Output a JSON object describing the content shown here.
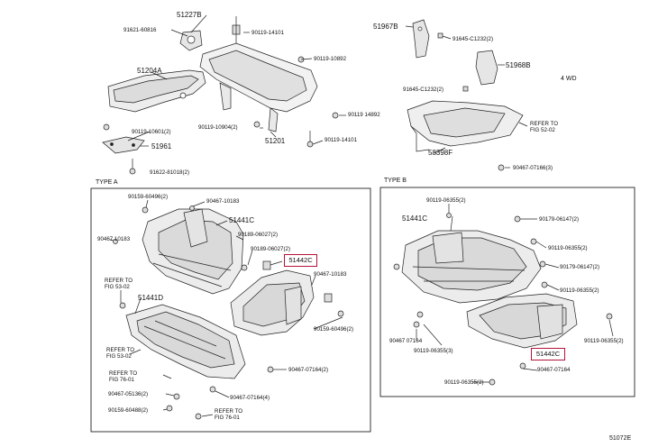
{
  "section_titles": {
    "type_a": "TYPE A",
    "type_b": "TYPE B"
  },
  "figure_id": "51072E",
  "labels": {
    "p51227b": "51227B",
    "p91621": "91621-60816",
    "p90119_14101_top": "90119-14101",
    "p51204a": "51204A",
    "p90119_10892": "90119-10892",
    "p90119_10601": "90119-10601(2)",
    "p90119_10904": "90119-10904(2)",
    "p51201": "51201",
    "p90119_14892": "90119 14892",
    "p90119_14101_bot": "90119-14101",
    "p51961": "51961",
    "p91622": "91622-81018(2)",
    "p51967b": "51967B",
    "p91645_top": "91645-C1232(2)",
    "p51968b": "51968B",
    "p4wd": "4 WD",
    "p91645_mid": "91645-C1232(2)",
    "p_refer_52": "REFER TO",
    "p_fig_52": "FIG 52-02",
    "p58398f": "58398F",
    "p90467_07166": "90467-07166(3)",
    "a90159_60496": "90159-60496(2)",
    "a90467_10183_top": "90467-10183",
    "a51441c": "51441C",
    "a90467_10183_left": "90467 10183",
    "a90189_06027_top": "90189-06027(2)",
    "a90189_06027_bot": "90189-06027(2)",
    "a51442c": "51442C",
    "a_refer_53": "REFER TO",
    "a_fig_53": "FIG 53-02",
    "a90467_10183_right": "90467-10183",
    "a51441d": "51441D",
    "a90159_60496_b": "90159-60496(2)",
    "a_refer_53b": "REFER TO",
    "a_fig_53b": "FIG 53-02",
    "a_refer_76": "REFER TO",
    "a_fig_76": "FIG 76-01",
    "a90467_07164_mid": "90467-07164(2)",
    "a90467_05136": "90467-05136(2)",
    "a90467_07164_bot": "90467-07164(4)",
    "a90159_60488": "90159-60488(2)",
    "a_refer_76b": "REFER TO",
    "a_fig_76b": "FIG 76-01",
    "b90119_06355_top": "90119-06355(2)",
    "b51441c": "51441C",
    "b90179_06147_top": "90179-06147(2)",
    "b90119_06355_mid": "90119-06355(2)",
    "b90179_06147_mid": "90179-06147(2)",
    "b90119_06355_right": "90119-06355(2)",
    "b90467_07164_left": "90467 07164",
    "b90119_06355_lower": "90119-06355(3)",
    "b51442c": "51442C",
    "b90119_06355_r2": "90119-06355(2)",
    "b90467_07164_right": "90467-07164",
    "b90119_06355_bot": "90119-06355(2)"
  },
  "highlight": {
    "color": "#b3123a"
  }
}
